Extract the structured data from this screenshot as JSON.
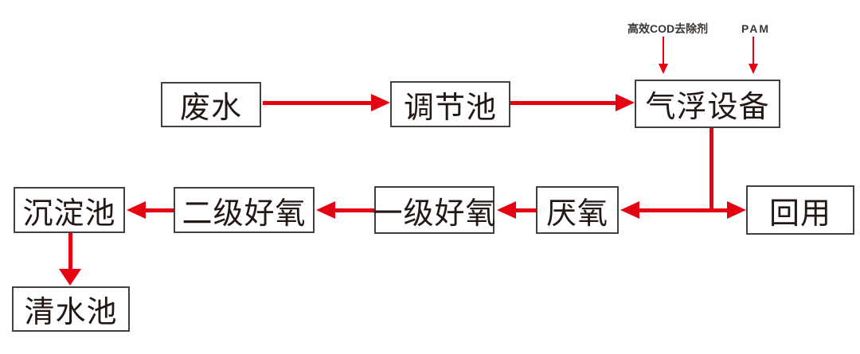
{
  "diagram_type": "process-flowchart",
  "colors": {
    "arrow_red": "#e50012",
    "box_border": "#44403e",
    "text": "#231815",
    "annotation_text": "#3a3634",
    "background": "#ffffff"
  },
  "nodes": {
    "wastewater": {
      "label": "废水"
    },
    "regulating_tank": {
      "label": "调节池"
    },
    "air_flotation_equipment": {
      "label": "气浮设备"
    },
    "sedimentation_tank": {
      "label": "沉淀池"
    },
    "secondary_aerobic": {
      "label": "二级好氧"
    },
    "primary_aerobic": {
      "label": "一级好氧"
    },
    "anaerobic": {
      "label": "厌氧"
    },
    "reuse": {
      "label": "回用"
    },
    "clean_water_tank": {
      "label": "清水池"
    }
  },
  "annotations": {
    "cod_remover": {
      "label": "高效COD去除剂"
    },
    "pam": {
      "label": "PAM"
    }
  },
  "edges": [
    {
      "from": "废水",
      "to": "调节池",
      "direction": "right"
    },
    {
      "from": "调节池",
      "to": "气浮设备",
      "direction": "right"
    },
    {
      "from": "高效COD去除剂",
      "to": "气浮设备",
      "direction": "down"
    },
    {
      "from": "PAM",
      "to": "气浮设备",
      "direction": "down"
    },
    {
      "from": "气浮设备",
      "to": "厌氧",
      "direction": "down-then-left"
    },
    {
      "from": "气浮设备",
      "to": "回用",
      "direction": "down-then-right"
    },
    {
      "from": "厌氧",
      "to": "一级好氧",
      "direction": "left"
    },
    {
      "from": "一级好氧",
      "to": "二级好氧",
      "direction": "left"
    },
    {
      "from": "二级好氧",
      "to": "沉淀池",
      "direction": "left"
    },
    {
      "from": "沉淀池",
      "to": "清水池",
      "direction": "down"
    }
  ]
}
